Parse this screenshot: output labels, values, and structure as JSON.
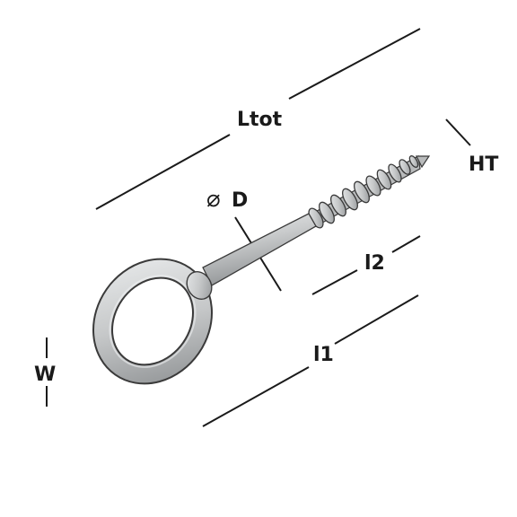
{
  "labels": {
    "ltot": "Ltot",
    "ht": "HT",
    "d": "D",
    "l1": "l1",
    "l2": "l2",
    "w": "W"
  },
  "symbols": {
    "diameter": "⌀"
  },
  "colors": {
    "background": "#ffffff",
    "ink": "#1a1a1a",
    "metal": "#c9cbcc",
    "metal_shadow": "#8e9193",
    "metal_highlight": "#eef0f1",
    "outline": "#3a3a3a"
  },
  "icons": {
    "product": "eye-screw-icon"
  }
}
